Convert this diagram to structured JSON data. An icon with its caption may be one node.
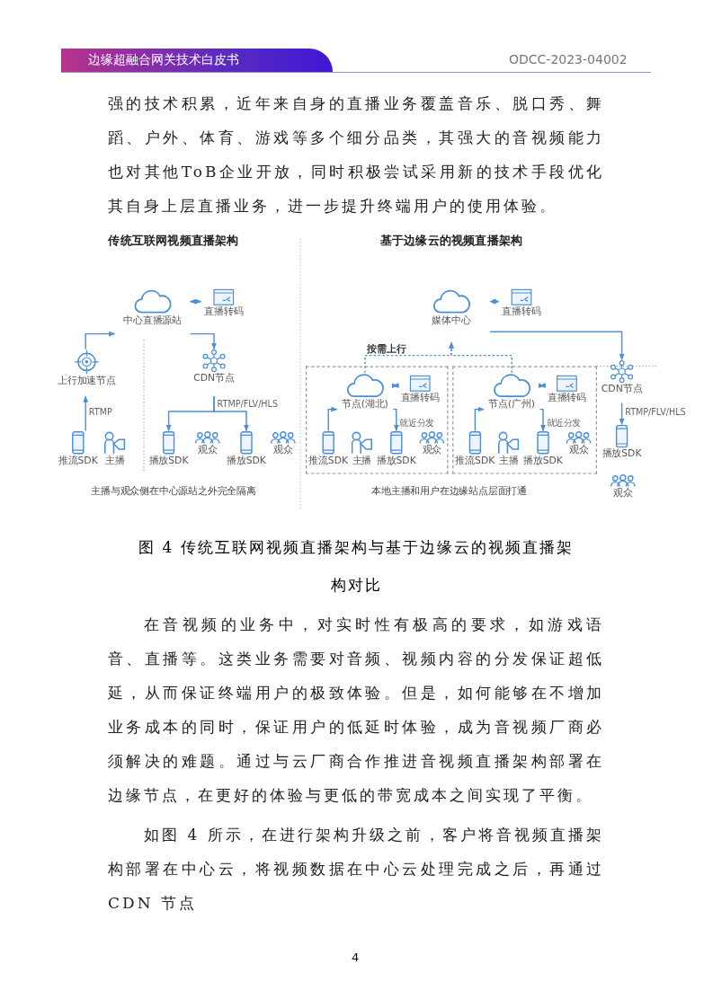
{
  "diagram": {
    "caption": "图 4 传统互联网视频直播架构与基于边缘云的视频直播架构对比",
    "nodes": [
      {
        "text": [
          "中心直播源站"
        ]
      },
      {
        "text": [
          "直播转码"
        ]
      },
      {
        "text": [
          "上行加速节点"
        ]
      },
      {
        "text": [
          "CDN节点"
        ]
      },
      {
        "text": [
          "推流SDK"
        ]
      },
      {
        "text": [
          "主播"
        ]
      },
      {
        "text": [
          "播放SDK"
        ]
      },
      {
        "text": [
          "观众"
        ]
      },
      {
        "text": [
          "播放SDK"
        ]
      },
      {
        "text": [
          "观众"
        ]
      },
      {
        "text": [
          "媒体中心"
        ]
      },
      {
        "text": [
          "直播转码"
        ]
      },
      {
        "text": [],
        "shape": "box"
      },
      {
        "text": [],
        "shape": "box"
      },
      {
        "text": [
          "节点(湖北)"
        ],
        "in": 12
      },
      {
        "text": [
          "直播转码"
        ],
        "in": 12
      },
      {
        "text": [
          "推流SDK"
        ],
        "in": 12
      },
      {
        "text": [
          "主播"
        ],
        "in": 12
      },
      {
        "text": [
          "播放SDK"
        ],
        "in": 12
      },
      {
        "text": [
          "观众"
        ],
        "in": 12
      },
      {
        "text": [
          "节点(广州)"
        ],
        "in": 13
      },
      {
        "text": [
          "直播转码"
        ],
        "in": 13
      },
      {
        "text": [
          "推流SDK"
        ],
        "in": 13
      },
      {
        "text": [
          "主播"
        ],
        "in": 13
      },
      {
        "text": [
          "播放SDK"
        ],
        "in": 13
      },
      {
        "text": [
          "观众"
        ],
        "in": 13
      },
      {
        "text": [
          "CDN节点"
        ]
      },
      {
        "text": [
          "播放SDK"
        ]
      },
      {
        "text": [
          "观众"
        ]
      }
    ],
    "edges": [
      {
        "from": 0,
        "to": 1,
        "arrow": "both"
      },
      {
        "from": 4,
        "to": 2,
        "arrow": "to",
        "label": "RTMP"
      },
      {
        "from": 2,
        "to": 0,
        "arrow": "to"
      },
      {
        "from": 0,
        "to": 3,
        "arrow": "to"
      },
      {
        "from": 3,
        "to": 6,
        "arrow": "to",
        "label": "RTMP/FLV/HLS"
      },
      {
        "from": 3,
        "to": 8,
        "arrow": "to"
      },
      {
        "from": 10,
        "to": 11,
        "arrow": "both"
      },
      {
        "from": 14,
        "to": 10,
        "arrow": "to",
        "style": "dashed",
        "label": "按需上行"
      },
      {
        "from": 20,
        "to": 10,
        "arrow": "to",
        "style": "dashed"
      },
      {
        "from": 14,
        "to": 15,
        "arrow": "both"
      },
      {
        "from": 16,
        "to": 14,
        "arrow": "to"
      },
      {
        "from": 14,
        "to": 18,
        "arrow": "to",
        "label": "就近分发"
      },
      {
        "from": 20,
        "to": 21,
        "arrow": "both"
      },
      {
        "from": 22,
        "to": 20,
        "arrow": "to"
      },
      {
        "from": 20,
        "to": 24,
        "arrow": "to",
        "label": "就近分发"
      },
      {
        "from": 10,
        "to": 26,
        "arrow": "to"
      },
      {
        "from": 26,
        "to": 27,
        "arrow": "to",
        "label": "RTMP/FLV/HLS"
      }
    ],
    "labels": [
      "边缘超融合网关技术白皮书",
      "ODCC-2023-04002",
      "强的技术积累，近年来自身的直播业务覆盖音乐、脱口秀、舞蹈、户外、体育、游戏等多个细分品类，其强大的音视频能力也对其他ToB企业开放，同时积极尝试采用新的技术手段优化其自身上层直播业务，进一步提升终端用户的使用体验。",
      "传统互联网视频直播架构",
      "基于边缘云的视频直播架构",
      "主播与观众侧在中心源站之外完全隔离",
      "本地主播和用户在边缘站点层面打通",
      "在音视频的业务中，对实时性有极高的要求，如游戏语音、直播等。这类业务需要对音频、视频内容的分发保证超低延，从而保证终端用户的极致体验。但是，如何能够在不增加业务成本的同时，保证用户的低延时体验，成为音视频厂商必须解决的难题。通过与云厂商合作推进音视频直播架构部署在边缘节点，在更好的体验与更低的带宽成本之间实现了平衡。",
      "如图 4 所示，在进行架构升级之前，客户将音视频直播架构部署在中心云，将视频数据在中心云处理完成之后，再通过 CDN 节点",
      "4"
    ]
  }
}
